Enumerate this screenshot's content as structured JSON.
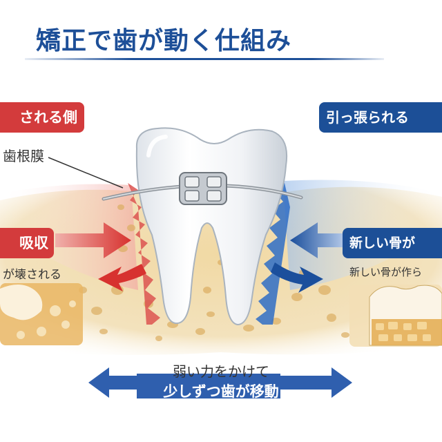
{
  "title": "矯正で歯が動く仕組み",
  "left_side": {
    "header": "される側",
    "pdl_label": "歯根膜",
    "process_label": "吸収",
    "process_desc": "が壊される",
    "color": "#d33b3c"
  },
  "right_side": {
    "header": "引っ張られる",
    "process_label": "新しい骨が",
    "process_desc": "新しい骨が作ら",
    "color": "#1c4f97"
  },
  "bottom": {
    "caption": "弱い力をかけて",
    "arrow_text": "少しずつ歯が移動",
    "color": "#2f5fae"
  },
  "colors": {
    "title": "#1d4f98",
    "bone": "#e8c987",
    "tooth": "#f4f6f8"
  }
}
